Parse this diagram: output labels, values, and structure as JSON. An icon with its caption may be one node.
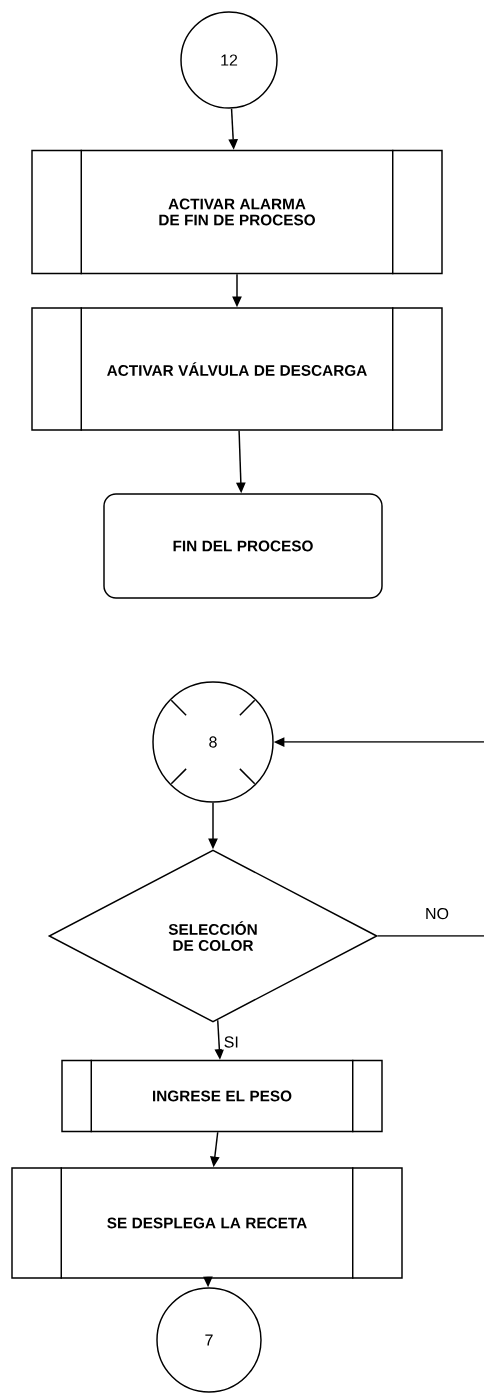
{
  "diagram": {
    "nodes": [
      {
        "text": [
          "12"
        ]
      },
      {
        "text": [
          "ACTIVAR ALARMA DE FIN DE PROCESO"
        ]
      },
      {
        "text": [
          "ACTIVAR VÁLVULA DE DESCARGA"
        ]
      },
      {
        "text": [
          "FIN DEL PROCESO"
        ]
      },
      {
        "text": [
          "8"
        ]
      },
      {
        "text": [
          "SELECCIÓN DE COLOR"
        ]
      },
      {
        "text": [
          "INGRESE EL PESO"
        ]
      },
      {
        "text": [
          "SE DESPLEGA LA RECETA"
        ]
      },
      {
        "text": [
          "7"
        ]
      }
    ],
    "edges": [
      {
        "from": 0,
        "to": 1,
        "arrow": "to"
      },
      {
        "from": 1,
        "to": 2,
        "arrow": "to"
      },
      {
        "from": 2,
        "to": 3,
        "arrow": "to"
      },
      {
        "from": null,
        "to": 4,
        "arrow": "to"
      },
      {
        "from": 4,
        "to": 5,
        "arrow": "to"
      },
      {
        "from": 5,
        "to": null,
        "arrow": "none",
        "label": "NO"
      },
      {
        "from": 5,
        "to": 6,
        "arrow": "to",
        "label": "SI"
      },
      {
        "from": 6,
        "to": 7,
        "arrow": "to"
      },
      {
        "from": 7,
        "to": 8,
        "arrow": "to"
      }
    ]
  }
}
